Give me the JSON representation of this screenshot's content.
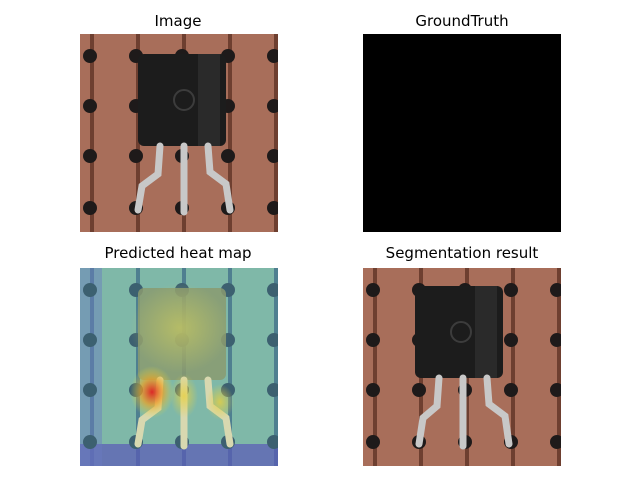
{
  "figure": {
    "panels": [
      {
        "title": "Image",
        "content": "photo of a TO-92 transistor soldered on a copper stripboard"
      },
      {
        "title": "GroundTruth",
        "content": "all-black mask (no defect)"
      },
      {
        "title": "Predicted heat map",
        "content": "jet-colormap anomaly heat map overlaid on the photo, strongest on the left lead"
      },
      {
        "title": "Segmentation result",
        "content": "photo with no highlighted region"
      }
    ]
  },
  "colors": {
    "copper": "#a86e5a",
    "strip_gap": "#6e3f30",
    "hole": "#1e1a1a",
    "transistor_body": "#1c1c1c",
    "lead": "#c8c8c8",
    "mask": "#000000",
    "heat_high": "#e02020"
  }
}
